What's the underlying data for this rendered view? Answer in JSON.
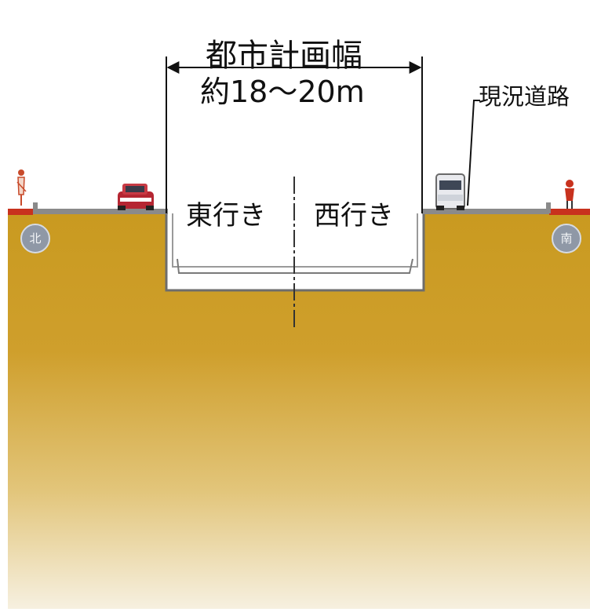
{
  "diagram": {
    "title_line1": "都市計画幅",
    "title_line2": "約18～20m",
    "existing_road_label": "現況道路",
    "lanes": {
      "east": "東行き",
      "west": "西行き"
    },
    "markers": {
      "north": "北",
      "south": "南"
    }
  },
  "colors": {
    "ground_top": "#c99a20",
    "ground_bottom": "#f4eedd",
    "surface_edge": "#c8321e",
    "road_surface": "#8a8a8a",
    "badge": "#8f98a6"
  },
  "icons": [
    "car-icon",
    "truck-icon",
    "pedestrian-icon",
    "arrow-icon"
  ]
}
